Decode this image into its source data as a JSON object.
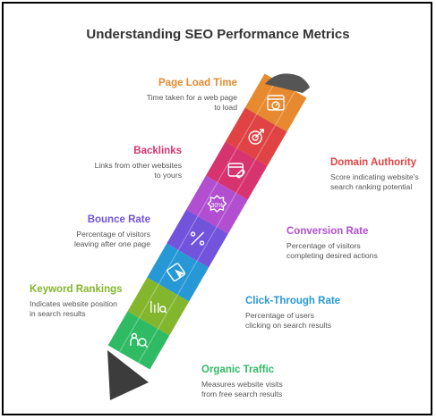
{
  "title": "Understanding SEO Performance Metrics",
  "colors": {
    "page_load": "#e6892f",
    "backlinks": "#d7336f",
    "domain": "#df4343",
    "conversion": "#b14fd0",
    "bounce": "#7153dc",
    "ctr": "#2798d6",
    "keyword": "#83b62c",
    "organic": "#2fba64",
    "tip": "#3c3c3c"
  },
  "metrics": [
    {
      "key": "page_load",
      "title": "Page Load Time",
      "desc": [
        "Time taken for a web page",
        "to load"
      ],
      "icon": "speed-gauge-icon"
    },
    {
      "key": "domain",
      "title": "Domain Authority",
      "desc": [
        "Score indicating website's",
        "search ranking potential"
      ],
      "icon": "target-arrow-icon"
    },
    {
      "key": "backlinks",
      "title": "Backlinks",
      "desc": [
        "Links from other websites",
        "to yours"
      ],
      "icon": "browser-link-icon"
    },
    {
      "key": "conversion",
      "title": "Conversion Rate",
      "desc": [
        "Percentage of visitors",
        "completing desired actions"
      ],
      "icon": "percent-badge-icon"
    },
    {
      "key": "bounce",
      "title": "Bounce Rate",
      "desc": [
        "Percentage of visitors",
        "leaving after one page"
      ],
      "icon": "exit-percent-icon"
    },
    {
      "key": "ctr",
      "title": "Click-Through Rate",
      "desc": [
        "Percentage of users",
        "clicking on search results"
      ],
      "icon": "cursor-click-icon"
    },
    {
      "key": "keyword",
      "title": "Keyword Rankings",
      "desc": [
        "Indicates website position",
        "in search results"
      ],
      "icon": "bar-chart-search-icon"
    },
    {
      "key": "organic",
      "title": "Organic Traffic",
      "desc": [
        "Measures website visits",
        "from free search results"
      ],
      "icon": "people-search-icon"
    }
  ],
  "icon_texts": {
    "conversion": "30%"
  }
}
